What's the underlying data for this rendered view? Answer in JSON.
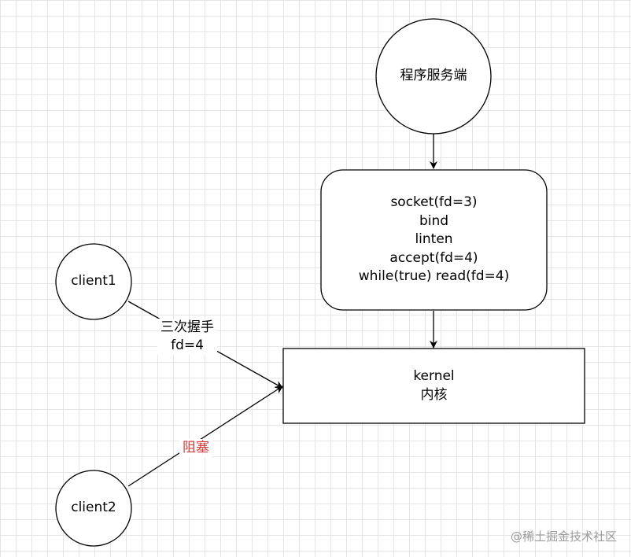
{
  "nodes": {
    "server": {
      "label": "程序服务端"
    },
    "code": {
      "lines": [
        "socket(fd=3)",
        "bind",
        "linten",
        "accept(fd=4)",
        "while(true) read(fd=4)"
      ]
    },
    "kernel": {
      "lines": [
        "kernel",
        "内核"
      ]
    },
    "client1": {
      "label": "client1"
    },
    "client2": {
      "label": "client2"
    }
  },
  "edges": {
    "client1_label": {
      "line1": "三次握手",
      "line2": "fd=4"
    },
    "client2_label": {
      "text": "阻塞",
      "color": "#d03a3a"
    }
  },
  "watermark": "@稀土掘金技术社区"
}
